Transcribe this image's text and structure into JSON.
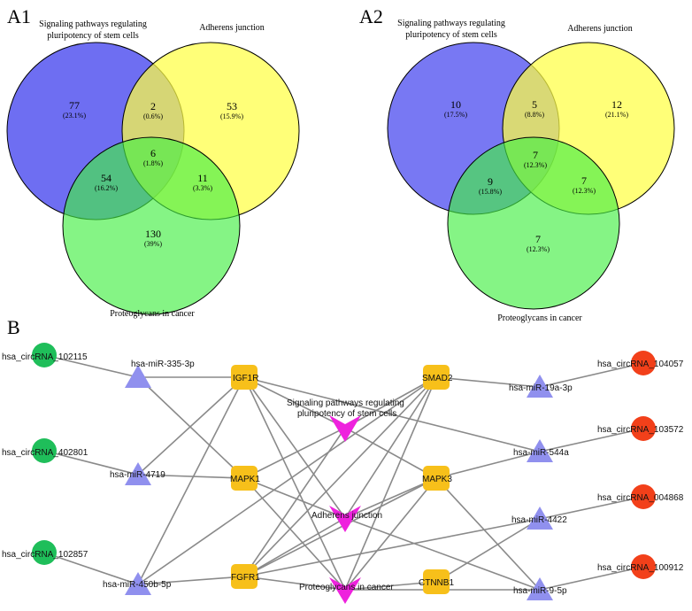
{
  "panels": {
    "a1_label": "A1",
    "a2_label": "A2",
    "b_label": "B"
  },
  "venn_a1": {
    "set_labels": {
      "signaling": [
        "Signaling pathways regulating",
        "pluripotency of stem cells"
      ],
      "adherens": "Adherens junction",
      "proteoglycans": "Proteoglycans in cancer"
    },
    "regions": [
      {
        "id": "a1-only-signaling",
        "count": "77",
        "pct": "(23.1%)"
      },
      {
        "id": "a1-signaling-adherens",
        "count": "2",
        "pct": "(0.6%)"
      },
      {
        "id": "a1-only-adherens",
        "count": "53",
        "pct": "(15.9%)"
      },
      {
        "id": "a1-all-three",
        "count": "6",
        "pct": "(1.8%)"
      },
      {
        "id": "a1-signaling-proteoglycans",
        "count": "54",
        "pct": "(16.2%)"
      },
      {
        "id": "a1-adherens-proteoglycans",
        "count": "11",
        "pct": "(3.3%)"
      },
      {
        "id": "a1-only-proteoglycans",
        "count": "130",
        "pct": "(39%)"
      }
    ]
  },
  "venn_a2": {
    "set_labels": {
      "signaling": [
        "Signaling pathways regulating",
        "pluripotency of stem cells"
      ],
      "adherens": "Adherens junction",
      "proteoglycans": "Proteoglycans in cancer"
    },
    "regions": [
      {
        "id": "a2-only-signaling",
        "count": "10",
        "pct": "(17.5%)"
      },
      {
        "id": "a2-signaling-adherens",
        "count": "5",
        "pct": "(8.8%)"
      },
      {
        "id": "a2-only-adherens",
        "count": "12",
        "pct": "(21.1%)"
      },
      {
        "id": "a2-all-three",
        "count": "7",
        "pct": "(12.3%)"
      },
      {
        "id": "a2-signaling-proteoglycans",
        "count": "9",
        "pct": "(15.8%)"
      },
      {
        "id": "a2-adherens-proteoglycans",
        "count": "7",
        "pct": "(12.3%)"
      },
      {
        "id": "a2-only-proteoglycans",
        "count": "7",
        "pct": "(12.3%)"
      }
    ]
  },
  "colors": {
    "venn_signaling": "#6a6af0",
    "venn_adherens": "#ffff66",
    "venn_proteoglycans": "#66f066",
    "circrna_left": "#1fbe5a",
    "circrna_right": "#f2401a",
    "mirna": "#9090ee",
    "gene": "#f7c01a",
    "pathway": "#ee22dd",
    "edge": "#8a8a8a"
  },
  "network": {
    "nodes": [
      {
        "id": "c1",
        "type": "circrna-left",
        "label": "hsa_circRNA_102115"
      },
      {
        "id": "c2",
        "type": "circrna-left",
        "label": "hsa_circRNA_402801"
      },
      {
        "id": "c3",
        "type": "circrna-left",
        "label": "hsa_circRNA_102857"
      },
      {
        "id": "m1",
        "type": "mirna",
        "label": "hsa-miR-335-3p"
      },
      {
        "id": "m2",
        "type": "mirna",
        "label": "hsa-miR-4719"
      },
      {
        "id": "m3",
        "type": "mirna",
        "label": "hsa-miR-450b-5p"
      },
      {
        "id": "g1",
        "type": "gene",
        "label": "IGF1R"
      },
      {
        "id": "g2",
        "type": "gene",
        "label": "MAPK1"
      },
      {
        "id": "g3",
        "type": "gene",
        "label": "FGFR1"
      },
      {
        "id": "p1",
        "type": "pathway",
        "label": [
          "Signaling pathways regulating",
          "pluripotency of stem cells"
        ]
      },
      {
        "id": "p2",
        "type": "pathway",
        "label": "Adherens junction"
      },
      {
        "id": "p3",
        "type": "pathway",
        "label": "Proteoglycans in cancer"
      },
      {
        "id": "g4",
        "type": "gene",
        "label": "SMAD2"
      },
      {
        "id": "g5",
        "type": "gene",
        "label": "MAPK3"
      },
      {
        "id": "g6",
        "type": "gene",
        "label": "CTNNB1"
      },
      {
        "id": "m4",
        "type": "mirna",
        "label": "hsa-miR-19a-3p"
      },
      {
        "id": "m5",
        "type": "mirna",
        "label": "hsa-miR-544a"
      },
      {
        "id": "m6",
        "type": "mirna",
        "label": "hsa-miR-4422"
      },
      {
        "id": "m7",
        "type": "mirna",
        "label": "hsa-miR-9-5p"
      },
      {
        "id": "c4",
        "type": "circrna-right",
        "label": "hsa_circRNA_104057"
      },
      {
        "id": "c5",
        "type": "circrna-right",
        "label": "hsa_circRNA_103572"
      },
      {
        "id": "c6",
        "type": "circrna-right",
        "label": "hsa_circRNA_004868"
      },
      {
        "id": "c7",
        "type": "circrna-right",
        "label": "hsa_circRNA_100912"
      }
    ],
    "edges": [
      [
        "c1",
        "m1"
      ],
      [
        "c2",
        "m2"
      ],
      [
        "c3",
        "m3"
      ],
      [
        "m1",
        "g1"
      ],
      [
        "m2",
        "g1"
      ],
      [
        "m2",
        "g2"
      ],
      [
        "m3",
        "g1"
      ],
      [
        "m3",
        "g3"
      ],
      [
        "m1",
        "g2"
      ],
      [
        "g1",
        "p1"
      ],
      [
        "g1",
        "p2"
      ],
      [
        "g1",
        "p3"
      ],
      [
        "g1",
        "m5"
      ],
      [
        "g2",
        "p1"
      ],
      [
        "g2",
        "p2"
      ],
      [
        "g2",
        "p3"
      ],
      [
        "g3",
        "p1"
      ],
      [
        "g3",
        "p2"
      ],
      [
        "g3",
        "p3"
      ],
      [
        "g3",
        "m6"
      ],
      [
        "g4",
        "p1"
      ],
      [
        "g4",
        "p2"
      ],
      [
        "g4",
        "p3"
      ],
      [
        "g4",
        "m4"
      ],
      [
        "g4",
        "g3"
      ],
      [
        "g4",
        "m3"
      ],
      [
        "g5",
        "p1"
      ],
      [
        "g5",
        "p2"
      ],
      [
        "g5",
        "p3"
      ],
      [
        "g5",
        "m5"
      ],
      [
        "g5",
        "g3"
      ],
      [
        "g6",
        "p3"
      ],
      [
        "g6",
        "m6"
      ],
      [
        "m7",
        "p2"
      ],
      [
        "m7",
        "p3"
      ],
      [
        "m7",
        "g5"
      ],
      [
        "m4",
        "c4"
      ],
      [
        "m5",
        "c5"
      ],
      [
        "m6",
        "c6"
      ],
      [
        "m7",
        "c7"
      ]
    ]
  }
}
